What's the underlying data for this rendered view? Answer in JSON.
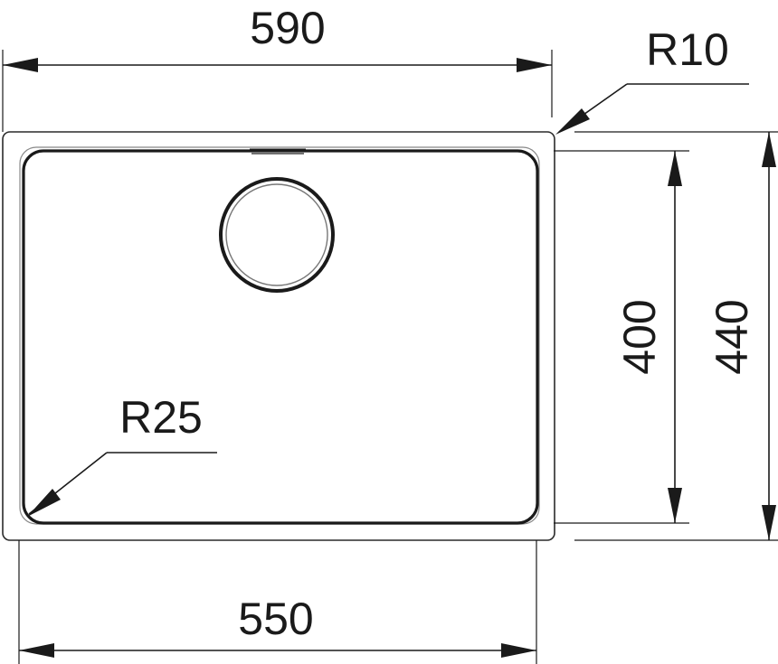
{
  "dimensions": {
    "overall_width": "590",
    "bowl_width": "550",
    "bowl_depth": "400",
    "overall_depth": "440",
    "corner_radius_outer": "R10",
    "corner_radius_inner": "R25"
  }
}
